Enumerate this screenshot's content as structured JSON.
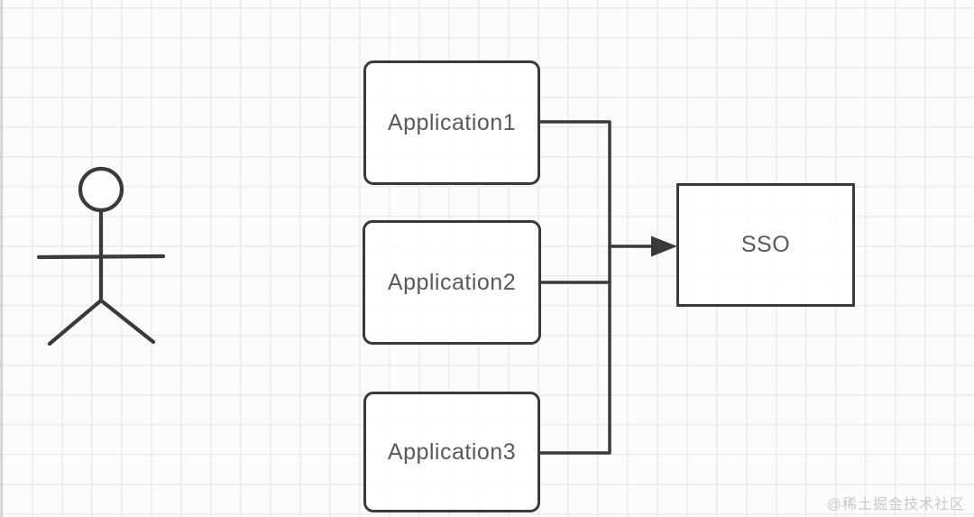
{
  "diagram": {
    "type": "flow-diagram",
    "title_hint": "SSO single sign-on concept diagram",
    "colors": {
      "stroke": "#3a3a3a",
      "node_text": "#595959",
      "grid": "#ececec",
      "background": "#fcfcfc",
      "watermark": "#c9c9c9"
    },
    "actor": {
      "name": "user-stick-figure"
    },
    "nodes": [
      {
        "id": "application1",
        "label": "Application1",
        "shape": "rounded-rect"
      },
      {
        "id": "application2",
        "label": "Application2",
        "shape": "rounded-rect"
      },
      {
        "id": "application3",
        "label": "Application3",
        "shape": "rounded-rect"
      },
      {
        "id": "sso",
        "label": "SSO",
        "shape": "rect"
      }
    ],
    "edges": [
      {
        "from": "application1",
        "to": "junction",
        "style": "elbow"
      },
      {
        "from": "application2",
        "to": "junction",
        "style": "elbow"
      },
      {
        "from": "application3",
        "to": "junction",
        "style": "elbow"
      },
      {
        "from": "junction",
        "to": "sso",
        "style": "arrow"
      }
    ],
    "watermark": "@稀土掘金技术社区"
  }
}
